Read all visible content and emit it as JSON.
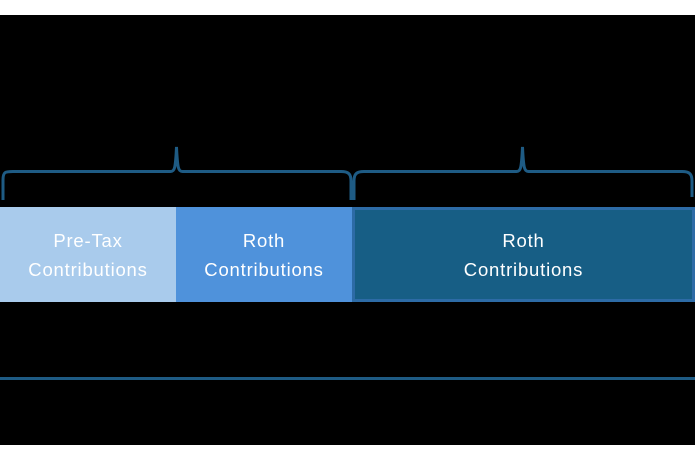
{
  "page": {
    "background_color": "#ffffff",
    "panel_color": "#000000"
  },
  "diagram": {
    "brace_color": "#1E5B84",
    "divider_color": "#1E5B84",
    "bar": {
      "text_color": "#FFFFFF",
      "segments": [
        {
          "id": "pre-tax-contributions",
          "label_line1": "Pre-Tax",
          "label_line2": "Contributions",
          "fill": "#A9CBEC"
        },
        {
          "id": "roth-contributions-middle",
          "label_line1": "Roth",
          "label_line2": "Contributions",
          "fill": "#4F92DB"
        },
        {
          "id": "roth-contributions-right",
          "label_line1": "Roth",
          "label_line2": "Contributions",
          "fill": "#175E85",
          "border_color": "#2D6BA6"
        }
      ]
    }
  }
}
